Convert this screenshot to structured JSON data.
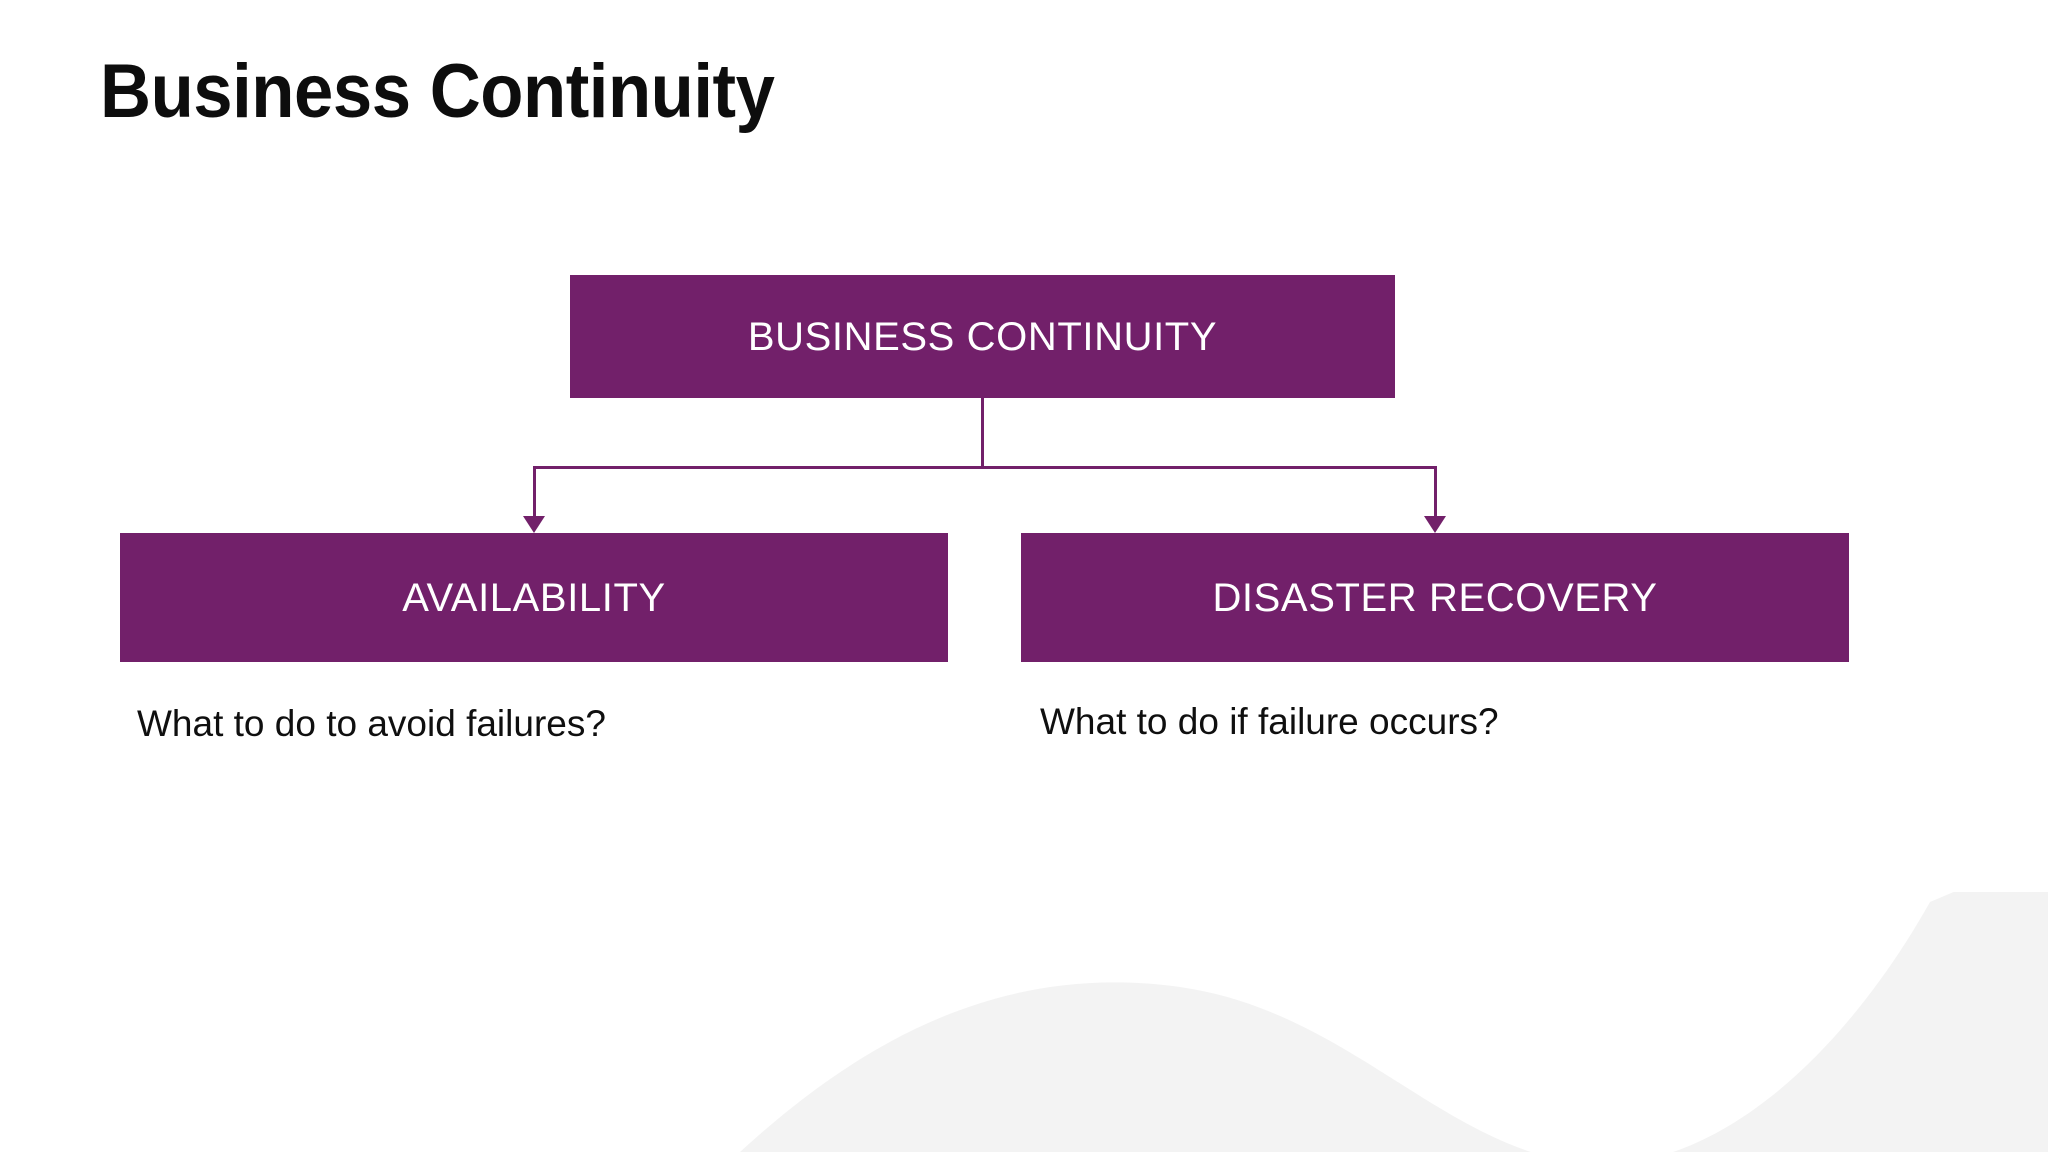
{
  "slide": {
    "title": "Business Continuity",
    "background_color": "#ffffff",
    "accent_color": "#72206A",
    "wave_color": "#f3f3f3",
    "text_color": "#0d0d0d"
  },
  "diagram": {
    "type": "hierarchy-tree",
    "root": {
      "label": "BUSINESS CONTINUITY",
      "fill": "#72206A",
      "text_color": "#ffffff"
    },
    "children": [
      {
        "label": "AVAILABILITY",
        "caption": "What to do to avoid failures?",
        "fill": "#72206A",
        "text_color": "#ffffff"
      },
      {
        "label": "DISASTER RECOVERY",
        "caption": "What to do if failure occurs?",
        "fill": "#72206A",
        "text_color": "#ffffff"
      }
    ],
    "connector_color": "#72206A"
  }
}
